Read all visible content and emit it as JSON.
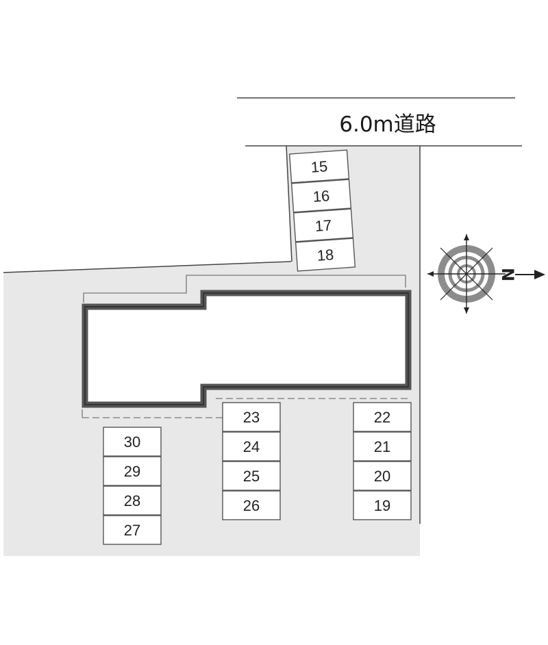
{
  "road": {
    "label": "6.0m道路"
  },
  "compass": {
    "north_label": "N"
  },
  "parking": {
    "stalls": [
      {
        "number": "15"
      },
      {
        "number": "16"
      },
      {
        "number": "17"
      },
      {
        "number": "18"
      },
      {
        "number": "19"
      },
      {
        "number": "20"
      },
      {
        "number": "21"
      },
      {
        "number": "22"
      },
      {
        "number": "23"
      },
      {
        "number": "24"
      },
      {
        "number": "25"
      },
      {
        "number": "26"
      },
      {
        "number": "27"
      },
      {
        "number": "28"
      },
      {
        "number": "29"
      },
      {
        "number": "30"
      }
    ]
  },
  "colors": {
    "lot_fill": "#e8e8e8",
    "building_outline": "#555555",
    "building_fill": "#ffffff",
    "line": "#444444",
    "compass_ring": "#8c8c8c"
  }
}
